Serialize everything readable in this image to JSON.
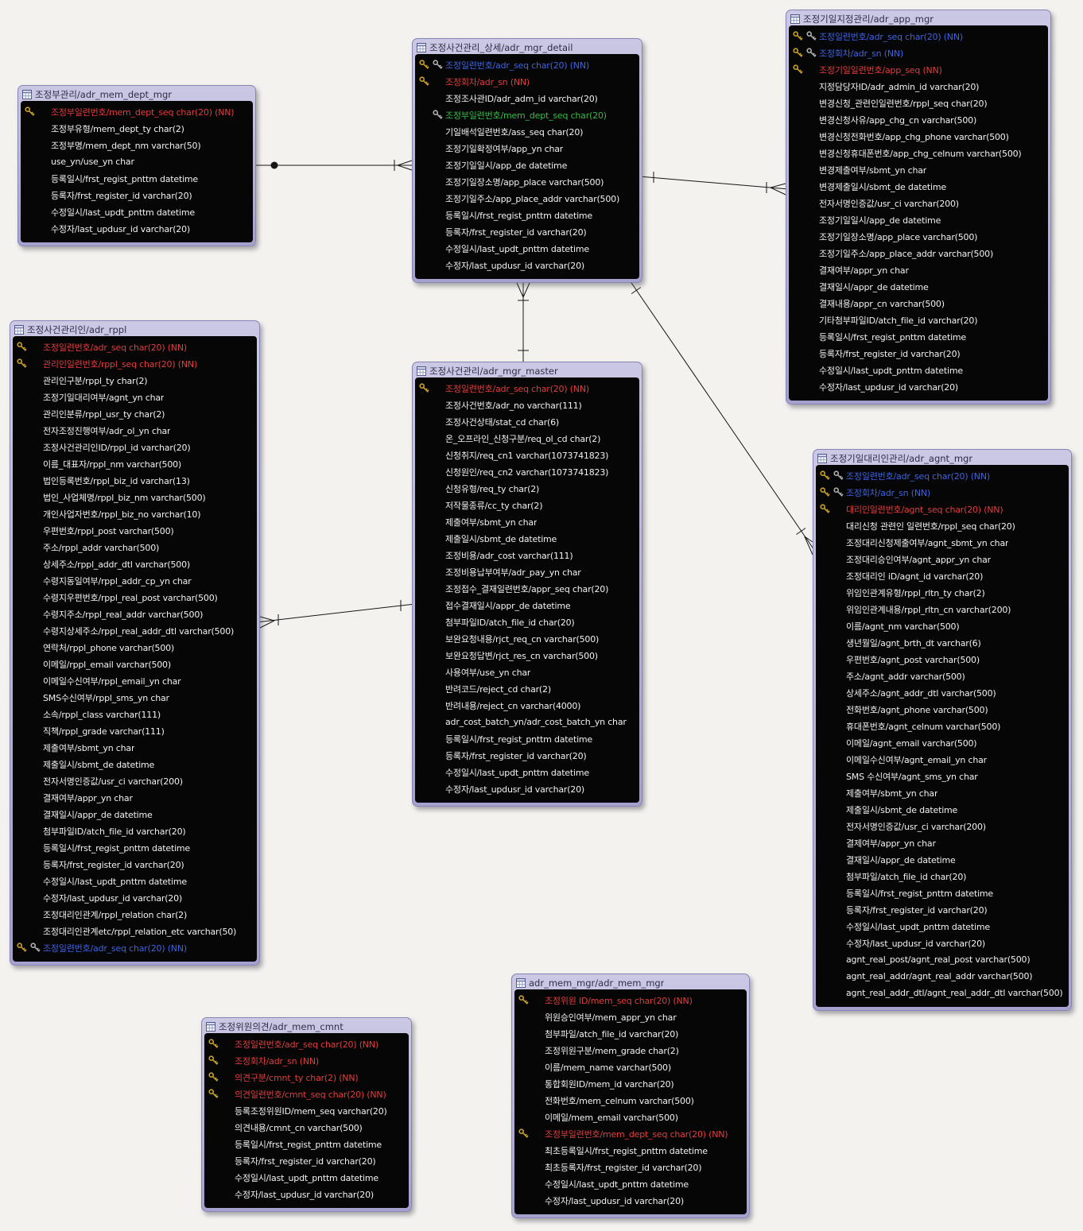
{
  "colors": {
    "canvas_bg": "#f4f2ef",
    "table_header_bg": "#aba7d4",
    "table_body_bg": "#060606",
    "pk_text": "#e23d3d",
    "pk_fk_text": "#3e63e0",
    "fk_text": "#38bb4a",
    "normal_text": "#f2f2f2",
    "pk_key_icon": "#c9a227",
    "fk_key_icon": "#b0b0b0",
    "relationship_line": "#161616"
  },
  "relationships": [
    {
      "from": "adr_mem_dept_mgr",
      "to": "adr_mgr_detail"
    },
    {
      "from": "adr_mgr_detail",
      "to": "adr_app_mgr"
    },
    {
      "from": "adr_mgr_master",
      "to": "adr_mgr_detail"
    },
    {
      "from": "adr_mgr_detail",
      "to": "adr_agnt_mgr"
    },
    {
      "from": "adr_mgr_master",
      "to": "adr_rppl"
    }
  ],
  "tables": [
    {
      "id": "adr_mem_dept_mgr",
      "title": "조정부관리/adr_mem_dept_mgr",
      "rows": [
        {
          "text": "조정부일련번호/mem_dept_seq char(20) (NN)",
          "t": "pk",
          "k": "g"
        },
        {
          "text": "조정부유형/mem_dept_ty char(2)",
          "t": "n"
        },
        {
          "text": "조정부명/mem_dept_nm varchar(50)",
          "t": "n"
        },
        {
          "text": "use_yn/use_yn char",
          "t": "n"
        },
        {
          "text": "등록일시/frst_regist_pnttm datetime",
          "t": "n"
        },
        {
          "text": "등록자/frst_register_id varchar(20)",
          "t": "n"
        },
        {
          "text": "수정일시/last_updt_pnttm datetime",
          "t": "n"
        },
        {
          "text": "수정자/last_updusr_id varchar(20)",
          "t": "n"
        }
      ]
    },
    {
      "id": "adr_mgr_detail",
      "title": "조정사건관리_상세/adr_mgr_detail",
      "rows": [
        {
          "text": "조정일련번호/adr_seq char(20) (NN)",
          "t": "pkfk",
          "k": "gs"
        },
        {
          "text": "조정회차/adr_sn  (NN)",
          "t": "pk",
          "k": "g"
        },
        {
          "text": "조정조사관ID/adr_adm_id varchar(20)",
          "t": "n"
        },
        {
          "text": "조정부일련번호/mem_dept_seq char(20)",
          "t": "fk",
          "k": "-s"
        },
        {
          "text": "기일배석일련번호/ass_seq char(20)",
          "t": "n"
        },
        {
          "text": "조정기일확정여부/app_yn char",
          "t": "n"
        },
        {
          "text": "조정기일일시/app_de datetime",
          "t": "n"
        },
        {
          "text": "조정기일장소명/app_place varchar(500)",
          "t": "n"
        },
        {
          "text": "조정기일주소/app_place_addr varchar(500)",
          "t": "n"
        },
        {
          "text": "등록일시/frst_regist_pnttm datetime",
          "t": "n"
        },
        {
          "text": "등록자/frst_register_id varchar(20)",
          "t": "n"
        },
        {
          "text": "수정일시/last_updt_pnttm datetime",
          "t": "n"
        },
        {
          "text": "수정자/last_updusr_id varchar(20)",
          "t": "n"
        }
      ]
    },
    {
      "id": "adr_app_mgr",
      "title": "조정기일지정관리/adr_app_mgr",
      "rows": [
        {
          "text": "조정일련번호/adr_seq char(20) (NN)",
          "t": "pkfk",
          "k": "gs"
        },
        {
          "text": "조정회차/adr_sn  (NN)",
          "t": "pkfk",
          "k": "gs"
        },
        {
          "text": "조정기일일련번호/app_seq  (NN)",
          "t": "pk",
          "k": "g"
        },
        {
          "text": "지정담당자ID/adr_admin_id varchar(20)",
          "t": "n"
        },
        {
          "text": "변경신청_관련인일련번호/rppl_seq char(20)",
          "t": "n"
        },
        {
          "text": "변경신청사유/app_chg_cn varchar(500)",
          "t": "n"
        },
        {
          "text": "변경신청전화번호/app_chg_phone varchar(500)",
          "t": "n"
        },
        {
          "text": "변경신청휴대폰번호/app_chg_celnum varchar(500)",
          "t": "n"
        },
        {
          "text": "변경제출여부/sbmt_yn char",
          "t": "n"
        },
        {
          "text": "변경제출일시/sbmt_de datetime",
          "t": "n"
        },
        {
          "text": "전자서명인증값/usr_ci varchar(200)",
          "t": "n"
        },
        {
          "text": "조정기일일시/app_de datetime",
          "t": "n"
        },
        {
          "text": "조정기일장소명/app_place varchar(500)",
          "t": "n"
        },
        {
          "text": "조정기일주소/app_place_addr varchar(500)",
          "t": "n"
        },
        {
          "text": "결재여부/appr_yn char",
          "t": "n"
        },
        {
          "text": "결재일시/appr_de datetime",
          "t": "n"
        },
        {
          "text": "결재내용/appr_cn varchar(500)",
          "t": "n"
        },
        {
          "text": "기타첨부파일ID/atch_file_id varchar(20)",
          "t": "n"
        },
        {
          "text": "등록일시/frst_regist_pnttm datetime",
          "t": "n"
        },
        {
          "text": "등록자/frst_register_id varchar(20)",
          "t": "n"
        },
        {
          "text": "수정일시/last_updt_pnttm datetime",
          "t": "n"
        },
        {
          "text": "수정자/last_updusr_id varchar(20)",
          "t": "n"
        }
      ]
    },
    {
      "id": "adr_rppl",
      "title": "조정사건관리인/adr_rppl",
      "rows": [
        {
          "text": "조정일련번호/adr_seq char(20) (NN)",
          "t": "pk",
          "k": "g"
        },
        {
          "text": "관리인일련번호/rppl_seq char(20) (NN)",
          "t": "pk",
          "k": "g"
        },
        {
          "text": "관리인구분/rppl_ty char(2)",
          "t": "n"
        },
        {
          "text": "조정기일대리여부/agnt_yn char",
          "t": "n"
        },
        {
          "text": "관리인분류/rppl_usr_ty char(2)",
          "t": "n"
        },
        {
          "text": "전자조정진행여부/adr_ol_yn char",
          "t": "n"
        },
        {
          "text": "조정사건관리인ID/rppl_id varchar(20)",
          "t": "n"
        },
        {
          "text": "이름_대표자/rppl_nm varchar(500)",
          "t": "n"
        },
        {
          "text": "법인등록번호/rppl_biz_id varchar(13)",
          "t": "n"
        },
        {
          "text": "법인_사업체명/rppl_biz_nm varchar(500)",
          "t": "n"
        },
        {
          "text": "개인사업자번호/rppl_biz_no varchar(10)",
          "t": "n"
        },
        {
          "text": "우편번호/rppl_post varchar(500)",
          "t": "n"
        },
        {
          "text": "주소/rppl_addr varchar(500)",
          "t": "n"
        },
        {
          "text": "상세주소/rppl_addr_dtl varchar(500)",
          "t": "n"
        },
        {
          "text": "수령지동일여부/rppl_addr_cp_yn char",
          "t": "n"
        },
        {
          "text": "수령지우편번호/rppl_real_post varchar(500)",
          "t": "n"
        },
        {
          "text": "수령지주소/rppl_real_addr varchar(500)",
          "t": "n"
        },
        {
          "text": "수령지상세주소/rppl_real_addr_dtl varchar(500)",
          "t": "n"
        },
        {
          "text": "연락처/rppl_phone varchar(500)",
          "t": "n"
        },
        {
          "text": "이메일/rppl_email varchar(500)",
          "t": "n"
        },
        {
          "text": "이메일수신여부/rppl_email_yn char",
          "t": "n"
        },
        {
          "text": "SMS수신여부/rppl_sms_yn char",
          "t": "n"
        },
        {
          "text": "소속/rppl_class varchar(111)",
          "t": "n"
        },
        {
          "text": "직책/rppl_grade varchar(111)",
          "t": "n"
        },
        {
          "text": "제출여부/sbmt_yn char",
          "t": "n"
        },
        {
          "text": "제출일시/sbmt_de datetime",
          "t": "n"
        },
        {
          "text": "전자서명인증값/usr_ci varchar(200)",
          "t": "n"
        },
        {
          "text": "결재여부/appr_yn char",
          "t": "n"
        },
        {
          "text": "결재일시/appr_de datetime",
          "t": "n"
        },
        {
          "text": "첨부파일ID/atch_file_id varchar(20)",
          "t": "n"
        },
        {
          "text": "등록일시/frst_regist_pnttm datetime",
          "t": "n"
        },
        {
          "text": "등록자/frst_register_id varchar(20)",
          "t": "n"
        },
        {
          "text": "수정일시/last_updt_pnttm datetime",
          "t": "n"
        },
        {
          "text": "수정자/last_updusr_id varchar(20)",
          "t": "n"
        },
        {
          "text": "조정대리인관계/rppl_relation char(2)",
          "t": "n"
        },
        {
          "text": "조정대리인관계etc/rppl_relation_etc varchar(50)",
          "t": "n"
        },
        {
          "text": "조정일련번호/adr_seq char(20) (NN)",
          "t": "pkfk",
          "k": "gs"
        }
      ]
    },
    {
      "id": "adr_mgr_master",
      "title": "조정사건관리/adr_mgr_master",
      "rows": [
        {
          "text": "조정일련번호/adr_seq char(20) (NN)",
          "t": "pk",
          "k": "g"
        },
        {
          "text": "조정사건번호/adr_no varchar(111)",
          "t": "n"
        },
        {
          "text": "조정사건상태/stat_cd char(6)",
          "t": "n"
        },
        {
          "text": "온_오프라인_신청구분/req_ol_cd char(2)",
          "t": "n"
        },
        {
          "text": "신청취지/req_cn1 varchar(1073741823)",
          "t": "n"
        },
        {
          "text": "신청원인/req_cn2 varchar(1073741823)",
          "t": "n"
        },
        {
          "text": "신청유형/req_ty char(2)",
          "t": "n"
        },
        {
          "text": "저작물종류/cc_ty char(2)",
          "t": "n"
        },
        {
          "text": "제출여부/sbmt_yn char",
          "t": "n"
        },
        {
          "text": "제출일시/sbmt_de datetime",
          "t": "n"
        },
        {
          "text": "조정비용/adr_cost varchar(111)",
          "t": "n"
        },
        {
          "text": "조정비용납부여부/adr_pay_yn char",
          "t": "n"
        },
        {
          "text": "조정접수_결재일련번호/appr_seq char(20)",
          "t": "n"
        },
        {
          "text": "접수결재일시/appr_de datetime",
          "t": "n"
        },
        {
          "text": "첨부파일ID/atch_file_id char(20)",
          "t": "n"
        },
        {
          "text": "보완요청내용/rjct_req_cn varchar(500)",
          "t": "n"
        },
        {
          "text": "보완요청답변/rjct_res_cn varchar(500)",
          "t": "n"
        },
        {
          "text": "사용여부/use_yn char",
          "t": "n"
        },
        {
          "text": "반려코드/reject_cd char(2)",
          "t": "n"
        },
        {
          "text": "반려내용/reject_cn varchar(4000)",
          "t": "n"
        },
        {
          "text": "adr_cost_batch_yn/adr_cost_batch_yn char",
          "t": "n"
        },
        {
          "text": "등록일시/frst_regist_pnttm datetime",
          "t": "n"
        },
        {
          "text": "등록자/frst_register_id varchar(20)",
          "t": "n"
        },
        {
          "text": "수정일시/last_updt_pnttm datetime",
          "t": "n"
        },
        {
          "text": "수정자/last_updusr_id varchar(20)",
          "t": "n"
        }
      ]
    },
    {
      "id": "adr_agnt_mgr",
      "title": "조정기일대리인관리/adr_agnt_mgr",
      "rows": [
        {
          "text": "조정일련번호/adr_seq char(20) (NN)",
          "t": "pkfk",
          "k": "gs"
        },
        {
          "text": "조정회차/adr_sn  (NN)",
          "t": "pkfk",
          "k": "gs"
        },
        {
          "text": "대리인일련번호/agnt_seq char(20) (NN)",
          "t": "pk",
          "k": "g"
        },
        {
          "text": "대리신청 관련인 일련번호/rppl_seq char(20)",
          "t": "n"
        },
        {
          "text": "조정대리신청제출여부/agnt_sbmt_yn char",
          "t": "n"
        },
        {
          "text": "조정대리승인여부/agnt_appr_yn char",
          "t": "n"
        },
        {
          "text": "조정대리인 iD/agnt_id varchar(20)",
          "t": "n"
        },
        {
          "text": "위임인관계유형/rppl_rltn_ty char(2)",
          "t": "n"
        },
        {
          "text": "위임인관계내용/rppl_rltn_cn varchar(200)",
          "t": "n"
        },
        {
          "text": "이름/agnt_nm varchar(500)",
          "t": "n"
        },
        {
          "text": "생년월일/agnt_brth_dt varchar(6)",
          "t": "n"
        },
        {
          "text": "우편번호/agnt_post varchar(500)",
          "t": "n"
        },
        {
          "text": "주소/agnt_addr varchar(500)",
          "t": "n"
        },
        {
          "text": "상세주소/agnt_addr_dtl varchar(500)",
          "t": "n"
        },
        {
          "text": "전화번호/agnt_phone varchar(500)",
          "t": "n"
        },
        {
          "text": "휴대폰번호/agnt_celnum varchar(500)",
          "t": "n"
        },
        {
          "text": "이메일/agnt_email varchar(500)",
          "t": "n"
        },
        {
          "text": "이메일수신여부/agnt_email_yn char",
          "t": "n"
        },
        {
          "text": "SMS 수신여부/agnt_sms_yn char",
          "t": "n"
        },
        {
          "text": "제출여부/sbmt_yn char",
          "t": "n"
        },
        {
          "text": "제출일시/sbmt_de datetime",
          "t": "n"
        },
        {
          "text": "전자서명인증값/usr_ci varchar(200)",
          "t": "n"
        },
        {
          "text": "결제여부/appr_yn char",
          "t": "n"
        },
        {
          "text": "결재일시/appr_de datetime",
          "t": "n"
        },
        {
          "text": "첨부파일/atch_file_id char(20)",
          "t": "n"
        },
        {
          "text": "등록일시/frst_regist_pnttm datetime",
          "t": "n"
        },
        {
          "text": "등록자/frst_register_id varchar(20)",
          "t": "n"
        },
        {
          "text": "수정일시/last_updt_pnttm datetime",
          "t": "n"
        },
        {
          "text": "수정자/last_updusr_id varchar(20)",
          "t": "n"
        },
        {
          "text": "agnt_real_post/agnt_real_post varchar(500)",
          "t": "n"
        },
        {
          "text": "agnt_real_addr/agnt_real_addr varchar(500)",
          "t": "n"
        },
        {
          "text": "agnt_real_addr_dtl/agnt_real_addr_dtl varchar(500)",
          "t": "n"
        }
      ]
    },
    {
      "id": "adr_mem_cmnt",
      "title": "조정위원의견/adr_mem_cmnt",
      "rows": [
        {
          "text": "조정일련번호/adr_seq char(20) (NN)",
          "t": "pk",
          "k": "g"
        },
        {
          "text": "조정회차/adr_sn  (NN)",
          "t": "pk",
          "k": "g"
        },
        {
          "text": "의견구분/cmnt_ty char(2) (NN)",
          "t": "pk",
          "k": "g"
        },
        {
          "text": "의견일련번호/cmnt_seq char(20) (NN)",
          "t": "pk",
          "k": "g"
        },
        {
          "text": "등록조정위원ID/mem_seq varchar(20)",
          "t": "n"
        },
        {
          "text": "의견내용/cmnt_cn varchar(500)",
          "t": "n"
        },
        {
          "text": "등록일시/frst_regist_pnttm datetime",
          "t": "n"
        },
        {
          "text": "등록자/frst_register_id varchar(20)",
          "t": "n"
        },
        {
          "text": "수정일시/last_updt_pnttm datetime",
          "t": "n"
        },
        {
          "text": "수정자/last_updusr_id varchar(20)",
          "t": "n"
        }
      ]
    },
    {
      "id": "adr_mem_mgr",
      "title": "adr_mem_mgr/adr_mem_mgr",
      "rows": [
        {
          "text": "조정위원 ID/mem_seq char(20) (NN)",
          "t": "pk",
          "k": "g"
        },
        {
          "text": "위원승인여부/mem_appr_yn char",
          "t": "n"
        },
        {
          "text": "첨부파일/atch_file_id varchar(20)",
          "t": "n"
        },
        {
          "text": "조정위원구분/mem_grade char(2)",
          "t": "n"
        },
        {
          "text": "이름/mem_name varchar(500)",
          "t": "n"
        },
        {
          "text": "통합회원ID/mem_id varchar(20)",
          "t": "n"
        },
        {
          "text": "전화번호/mem_celnum varchar(500)",
          "t": "n"
        },
        {
          "text": "이메일/mem_email varchar(500)",
          "t": "n"
        },
        {
          "text": "조정부일련번호/mem_dept_seq char(20) (NN)",
          "t": "pk",
          "k": "g"
        },
        {
          "text": "최초등록일시/frst_regist_pnttm datetime",
          "t": "n"
        },
        {
          "text": "최초등록자/frst_register_id varchar(20)",
          "t": "n"
        },
        {
          "text": "수정일시/last_updt_pnttm datetime",
          "t": "n"
        },
        {
          "text": "수정자/last_updusr_id varchar(20)",
          "t": "n"
        }
      ]
    }
  ]
}
